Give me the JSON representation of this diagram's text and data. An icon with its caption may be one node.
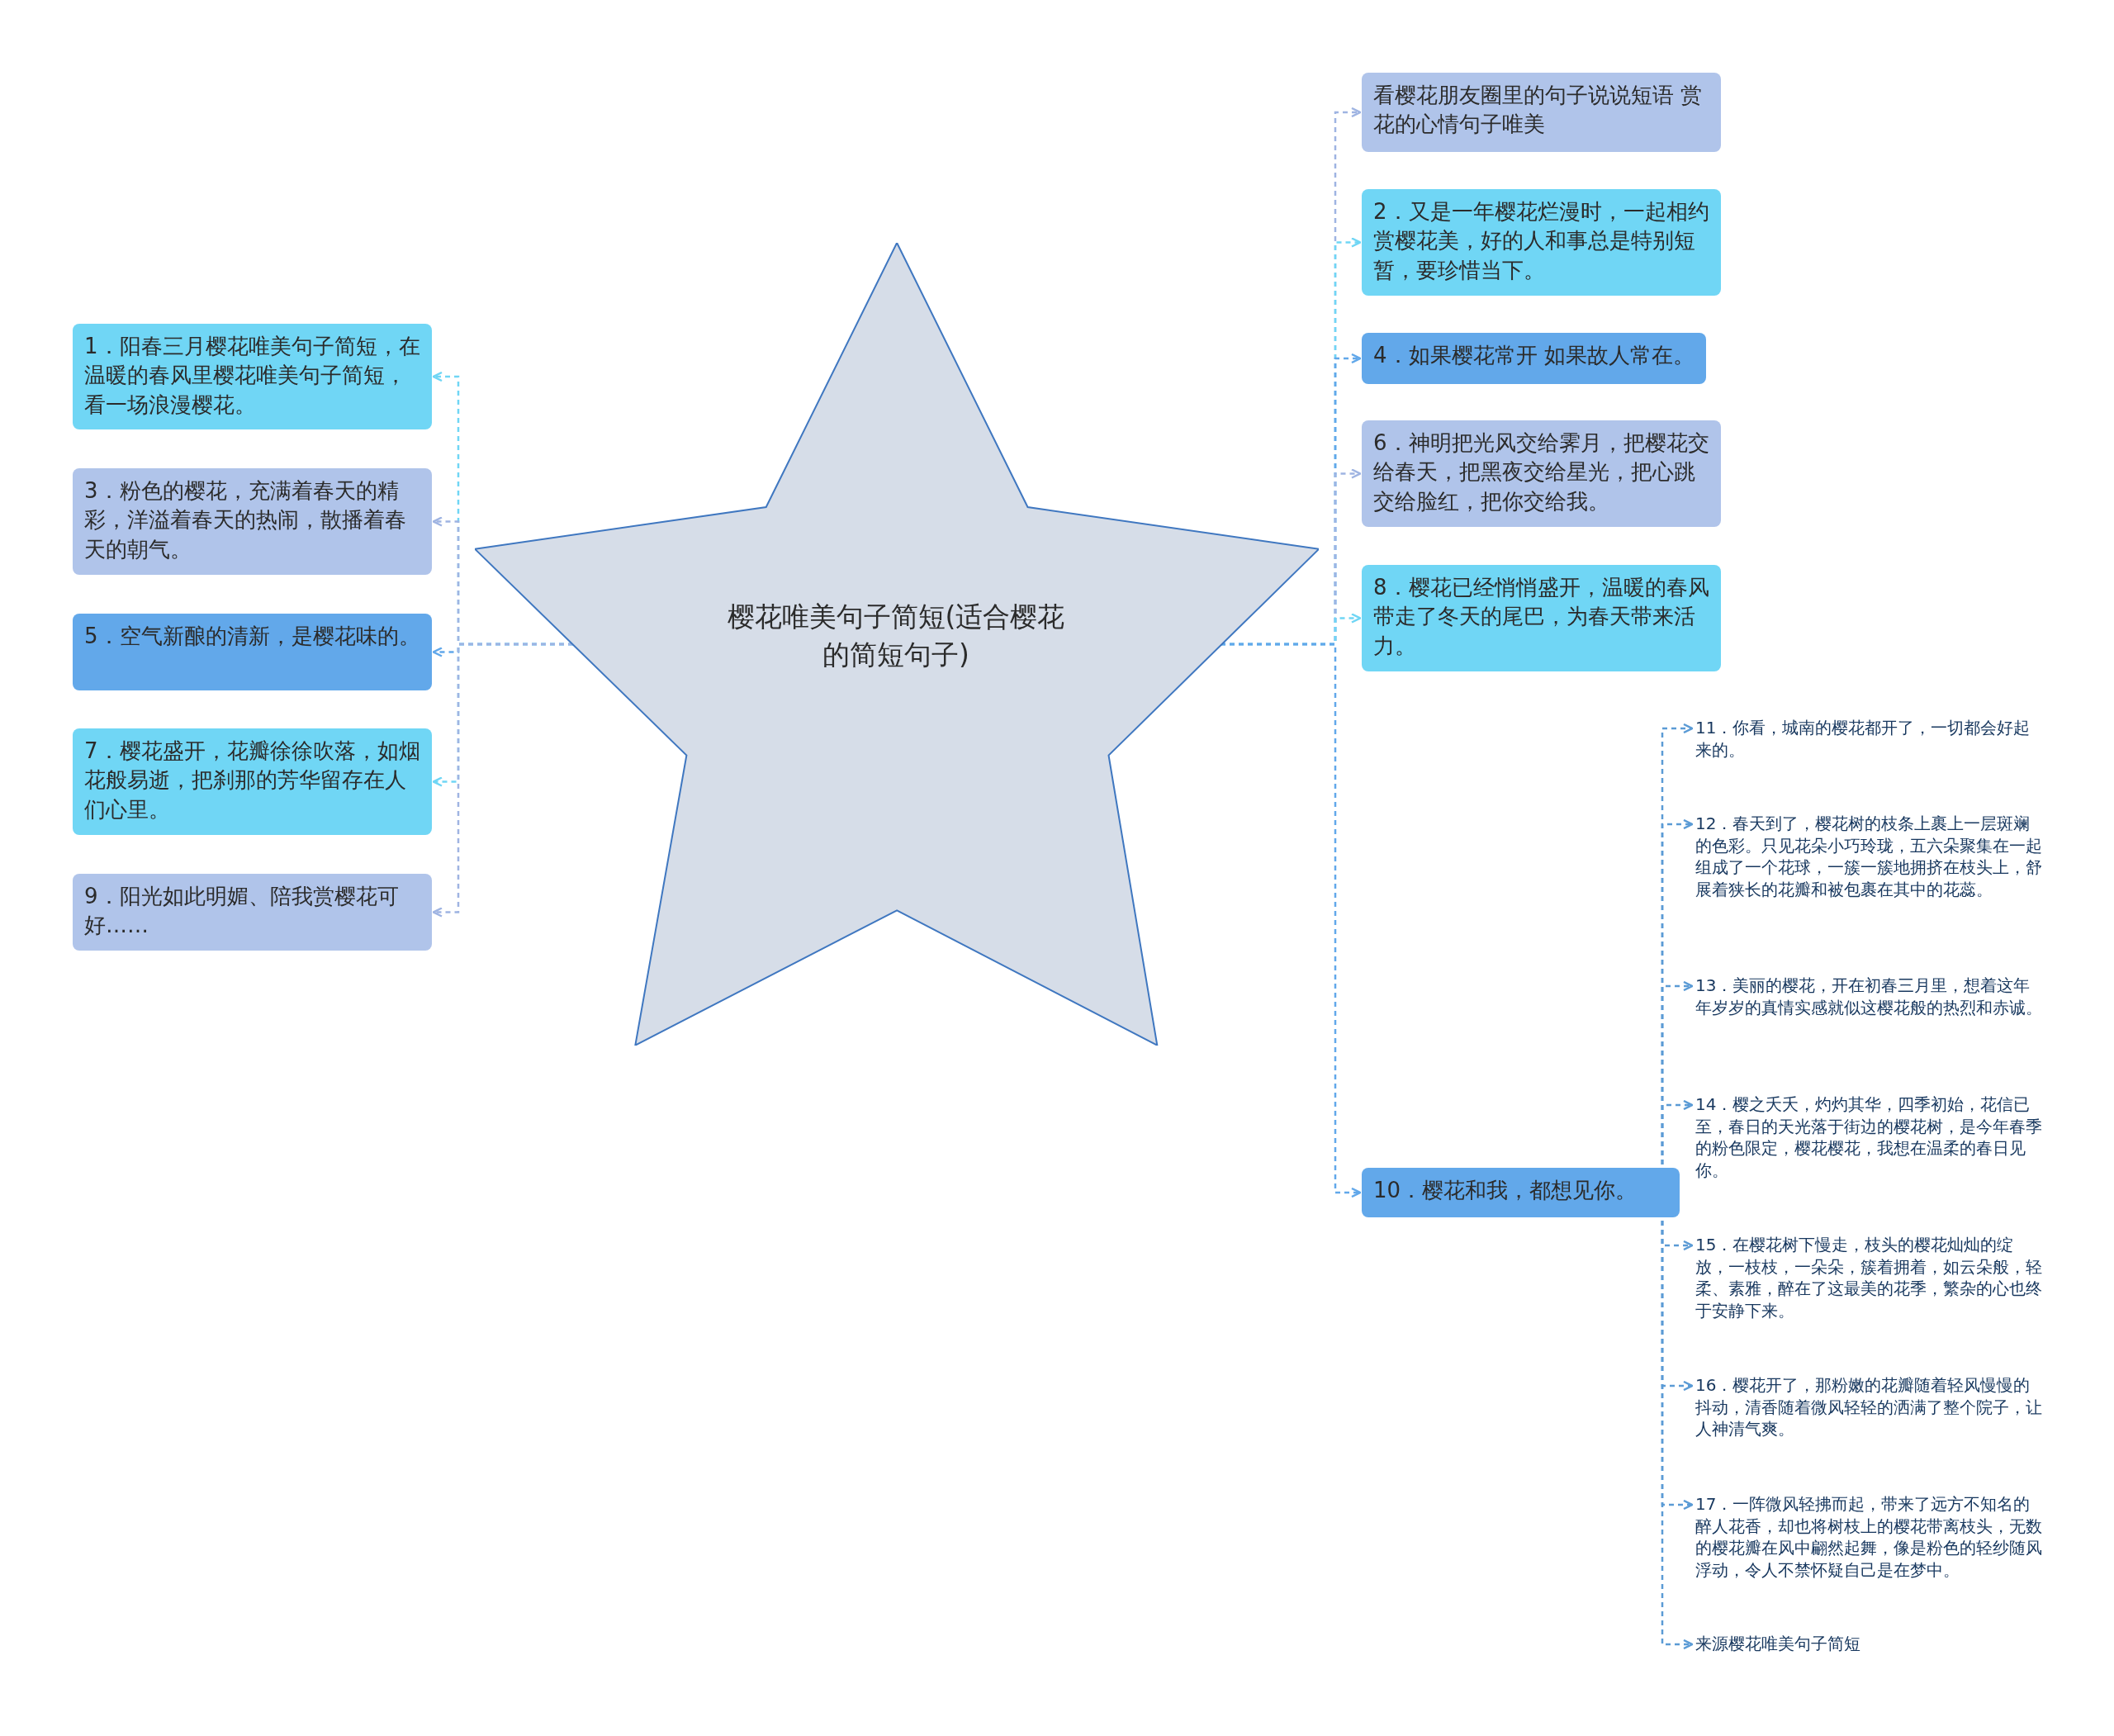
{
  "diagram": {
    "nodes": [
      {
        "text": [
          "樱花唯美句子简短(适合樱花的简短句子)"
        ]
      },
      {
        "text": [
          "1．阳春三月樱花唯美句子简短，在温暖的春风里樱花唯美句子简短，看一场浪漫樱花。"
        ]
      },
      {
        "text": [
          "3．粉色的樱花，充满着春天的精彩，洋溢着春天的热闹，散播着春天的朝气。"
        ]
      },
      {
        "text": [
          "5．空气新酿的清新，是樱花味的。"
        ]
      },
      {
        "text": [
          "7．樱花盛开，花瓣徐徐吹落，如烟花般易逝，把刹那的芳华留存在人们心里。"
        ]
      },
      {
        "text": [
          "9．阳光如此明媚、陪我赏樱花可好……"
        ]
      },
      {
        "text": [
          "看樱花朋友圈里的句子说说短语 赏花的心情句子唯美"
        ]
      },
      {
        "text": [
          "2．又是一年樱花烂漫时，一起相约赏樱花美，好的人和事总是特别短暂，要珍惜当下。"
        ]
      },
      {
        "text": [
          "4．如果樱花常开 如果故人常在。"
        ]
      },
      {
        "text": [
          "6．神明把光风交给霁月，把樱花交给春天，把黑夜交给星光，把心跳交给脸红，把你交给我。"
        ]
      },
      {
        "text": [
          "8．樱花已经悄悄盛开，温暖的春风带走了冬天的尾巴，为春天带来活力。"
        ]
      },
      {
        "text": [
          "10．樱花和我，都想见你。"
        ]
      },
      {
        "text": [
          "11．你看，城南的樱花都开了，一切都会好起来的。"
        ]
      },
      {
        "text": [
          "12．春天到了，樱花树的枝条上裹上一层斑斓的色彩。只见花朵小巧玲珑，五六朵聚集在一起组成了一个花球，一簇一簇地拥挤在枝头上，舒展着狭长的花瓣和被包裹在其中的花蕊。"
        ]
      },
      {
        "text": [
          "13．美丽的樱花，开在初春三月里，想着这年年岁岁的真情实感就似这樱花般的热烈和赤诚。"
        ]
      },
      {
        "text": [
          "14．樱之夭夭，灼灼其华，四季初始，花信已至，春日的天光落于街边的樱花树，是今年春季的粉色限定，樱花樱花，我想在温柔的春日见你。"
        ]
      },
      {
        "text": [
          "15．在樱花树下慢走，枝头的樱花灿灿的绽放，一枝枝，一朵朵，簇着拥着，如云朵般，轻柔、素雅，醉在了这最美的花季，繁杂的心也终于安静下来。"
        ]
      },
      {
        "text": [
          "16．樱花开了，那粉嫩的花瓣随着轻风慢慢的抖动，清香随着微风轻轻的洒满了整个院子，让人神清气爽。"
        ]
      },
      {
        "text": [
          "17．一阵微风轻拂而起，带来了远方不知名的醉人花香，却也将树枝上的樱花带离枝头，无数的樱花瓣在风中翩然起舞，像是粉色的轻纱随风浮动，令人不禁怀疑自己是在梦中。"
        ]
      },
      {
        "text": [
          "来源樱花唯美句子简短"
        ]
      }
    ],
    "edges": [
      {
        "from": 0,
        "to": 1,
        "arrow": "to",
        "style": "dashed"
      },
      {
        "from": 0,
        "to": 2,
        "arrow": "to",
        "style": "dashed"
      },
      {
        "from": 0,
        "to": 3,
        "arrow": "to",
        "style": "dashed"
      },
      {
        "from": 0,
        "to": 4,
        "arrow": "to",
        "style": "dashed"
      },
      {
        "from": 0,
        "to": 5,
        "arrow": "to",
        "style": "dashed"
      },
      {
        "from": 0,
        "to": 6,
        "arrow": "to",
        "style": "dashed"
      },
      {
        "from": 0,
        "to": 7,
        "arrow": "to",
        "style": "dashed"
      },
      {
        "from": 0,
        "to": 8,
        "arrow": "to",
        "style": "dashed"
      },
      {
        "from": 0,
        "to": 9,
        "arrow": "to",
        "style": "dashed"
      },
      {
        "from": 0,
        "to": 10,
        "arrow": "to",
        "style": "dashed"
      },
      {
        "from": 0,
        "to": 11,
        "arrow": "to",
        "style": "dashed"
      },
      {
        "from": 11,
        "to": 12,
        "arrow": "to",
        "style": "dashed"
      },
      {
        "from": 11,
        "to": 13,
        "arrow": "to",
        "style": "dashed"
      },
      {
        "from": 11,
        "to": 14,
        "arrow": "to",
        "style": "dashed"
      },
      {
        "from": 11,
        "to": 15,
        "arrow": "to",
        "style": "dashed"
      },
      {
        "from": 11,
        "to": 16,
        "arrow": "to",
        "style": "dashed"
      },
      {
        "from": 11,
        "to": 17,
        "arrow": "to",
        "style": "dashed"
      },
      {
        "from": 11,
        "to": 18,
        "arrow": "to",
        "style": "dashed"
      },
      {
        "from": 11,
        "to": 19,
        "arrow": "to",
        "style": "dashed"
      }
    ]
  }
}
